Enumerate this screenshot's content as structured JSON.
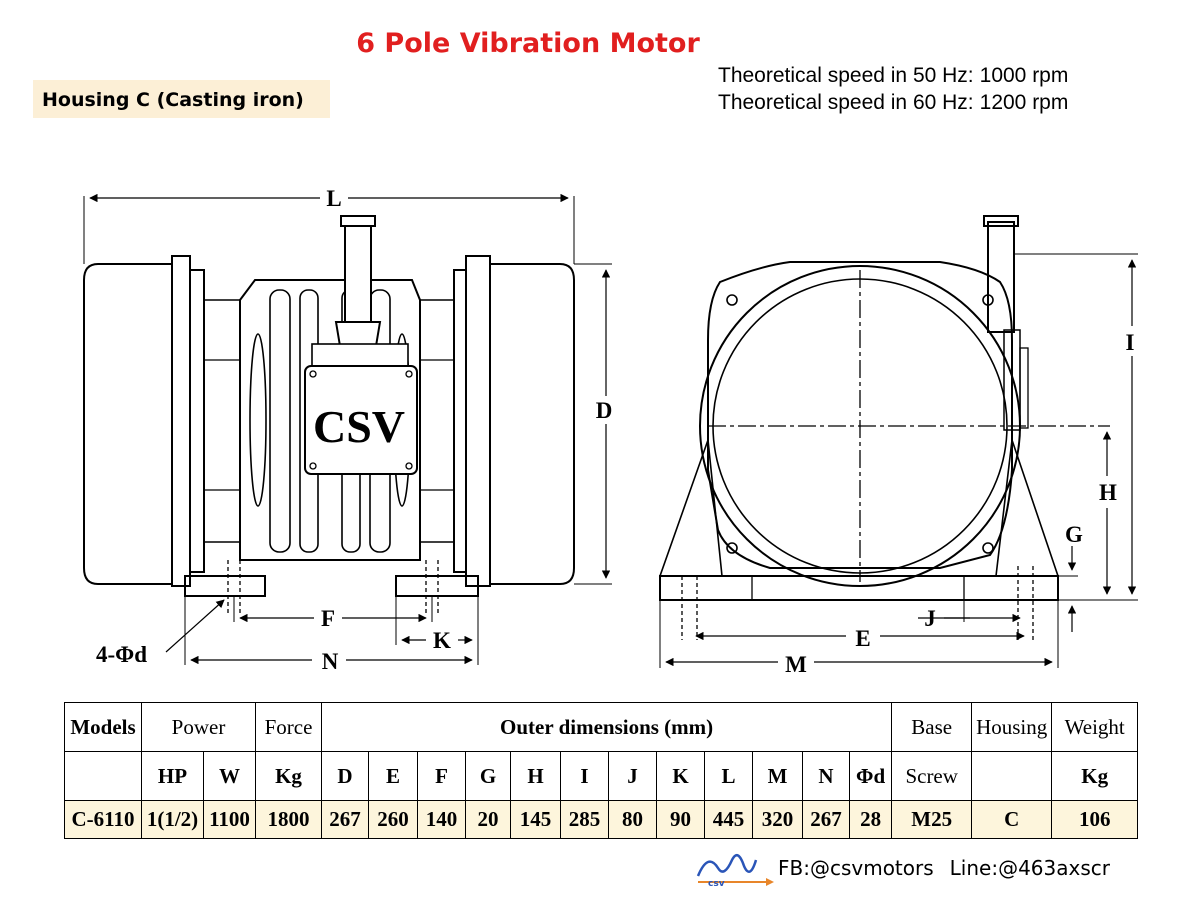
{
  "title": "6 Pole Vibration Motor",
  "housing_label": "Housing C (Casting iron)",
  "speeds": [
    {
      "label": "Theoretical speed in 50 Hz:",
      "value": "1000 rpm"
    },
    {
      "label": "Theoretical speed in 60 Hz:",
      "value": "1200 rpm"
    }
  ],
  "drawing": {
    "brand_text": "CSV",
    "front_labels": {
      "L": "L",
      "D": "D",
      "F": "F",
      "K": "K",
      "N": "N",
      "hole": "4-Φd"
    },
    "side_labels": {
      "I": "I",
      "H": "H",
      "G": "G",
      "J": "J",
      "E": "E",
      "M": "M"
    }
  },
  "table": {
    "row1": {
      "models": "Models",
      "power": "Power",
      "force": "Force",
      "outer": "Outer dimensions (mm)",
      "base": "Base",
      "housing": "Housing",
      "weight": "Weight"
    },
    "row2": [
      "",
      "HP",
      "W",
      "Kg",
      "D",
      "E",
      "F",
      "G",
      "H",
      "I",
      "J",
      "K",
      "L",
      "M",
      "N",
      "Φd",
      "Screw",
      "",
      "Kg"
    ],
    "row3": [
      "C-6110",
      "1(1/2)",
      "1100",
      "1800",
      "267",
      "260",
      "140",
      "20",
      "145",
      "285",
      "80",
      "90",
      "445",
      "320",
      "267",
      "28",
      "M25",
      "C",
      "106"
    ]
  },
  "footer": {
    "logo_text": "csv",
    "fb": "FB:@csvmotors",
    "line": "Line:@463axscr"
  },
  "colors": {
    "title": "#e11f1f",
    "housing_bg": "#fcefd6",
    "row_bg": "#fdf5dc",
    "logo_blue": "#2a55b8",
    "logo_orange": "#e8862a"
  }
}
